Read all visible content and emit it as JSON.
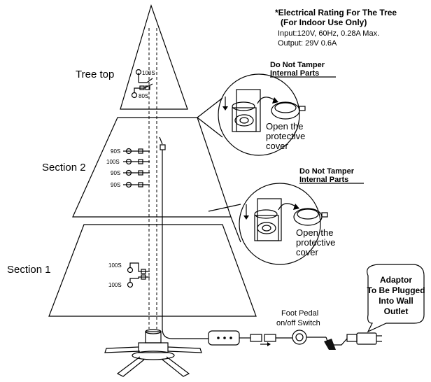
{
  "rating": {
    "title": "*Electrical Rating For The Tree",
    "subtitle": "(For Indoor Use Only)",
    "input": "Input:120V, 60Hz, 0.28A Max.",
    "output": "Output: 29V 0.6A"
  },
  "sections": {
    "top": "Tree top",
    "two": "Section 2",
    "one": "Section 1"
  },
  "warnings": {
    "top_line1": "Do Not Tamper",
    "top_line2": "Internal Parts",
    "mid_line1": "Do Not Tamper",
    "mid_line2": "Internal Parts"
  },
  "callouts": {
    "top": [
      "Open the",
      "protective",
      "cover"
    ],
    "mid": [
      "Open the",
      "protective",
      "cover"
    ]
  },
  "bulbs": {
    "top": [
      "100S",
      "80S"
    ],
    "section2": [
      "90S",
      "100S",
      "90S",
      "90S"
    ],
    "section1": [
      "100S",
      "100S"
    ]
  },
  "foot_pedal": {
    "line1": "Foot Pedal",
    "line2": "on/off Switch"
  },
  "adaptor": [
    "Adaptor",
    "To Be Plugged",
    "Into Wall",
    "Outlet"
  ],
  "icons": [
    "bulb-icon",
    "plug-icon",
    "controller-icon",
    "adaptor-icon",
    "tree-stand-icon"
  ]
}
